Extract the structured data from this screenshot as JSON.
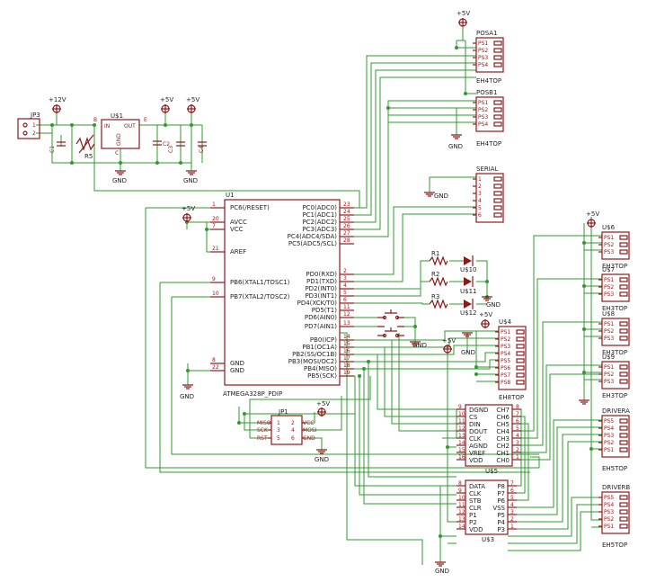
{
  "colors": {
    "wire": "#2f9a2f",
    "part": "#8b1a1a",
    "text": "#222222",
    "background": "#ffffff"
  },
  "u1": {
    "name": "U1",
    "value": "ATMEGA328P_PDIP",
    "left_pins": [
      {
        "label": "PC6(/RESET)",
        "num": "1"
      },
      {
        "label": "AVCC",
        "num": "20"
      },
      {
        "label": "VCC",
        "num": "7"
      },
      {
        "label": "AREF",
        "num": "21"
      },
      {
        "label": "PB6(XTAL1/TOSC1)",
        "num": "9"
      },
      {
        "label": "PB7(XTAL2/TOSC2)",
        "num": "10"
      },
      {
        "label": "GND",
        "num": "8"
      },
      {
        "label": "GND",
        "num": "22"
      }
    ],
    "right_pins": [
      {
        "label": "PC0(ADC0)",
        "num": "23"
      },
      {
        "label": "PC1(ADC1)",
        "num": "24"
      },
      {
        "label": "PC2(ADC2)",
        "num": "25"
      },
      {
        "label": "PC3(ADC3)",
        "num": "26"
      },
      {
        "label": "PC4(ADC4/SDA)",
        "num": "27"
      },
      {
        "label": "PC5(ADC5/SCL)",
        "num": "28"
      },
      {
        "label": "PD0(RXD)",
        "num": "2"
      },
      {
        "label": "PD1(TXD)",
        "num": "3"
      },
      {
        "label": "PD2(INT0)",
        "num": "4"
      },
      {
        "label": "PD3(INT1)",
        "num": "5"
      },
      {
        "label": "PD4(XCK/T0)",
        "num": "6"
      },
      {
        "label": "PD5(T1)",
        "num": "11"
      },
      {
        "label": "PD6(AIN0)",
        "num": "12"
      },
      {
        "label": "PD7(AIN1)",
        "num": "13"
      },
      {
        "label": "PB0(ICP)",
        "num": "14"
      },
      {
        "label": "PB1(OC1A)",
        "num": "15"
      },
      {
        "label": "PB2(SS/OC1B)",
        "num": "16"
      },
      {
        "label": "PB3(MOSI/OC2)",
        "num": "17"
      },
      {
        "label": "PB4(MISO)",
        "num": "18"
      },
      {
        "label": "PB5(SCK)",
        "num": "19"
      }
    ]
  },
  "u5": {
    "name": "U$5",
    "left": [
      {
        "label": "DGND",
        "num": "9"
      },
      {
        "label": "CS",
        "num": "10"
      },
      {
        "label": "DIN",
        "num": "11"
      },
      {
        "label": "DOUT",
        "num": "12"
      },
      {
        "label": "CLK",
        "num": "13"
      },
      {
        "label": "AGND",
        "num": "14"
      },
      {
        "label": "VREF",
        "num": "15"
      },
      {
        "label": "VDD",
        "num": "16"
      }
    ],
    "right": [
      {
        "label": "CH7",
        "num": "8"
      },
      {
        "label": "CH6",
        "num": "7"
      },
      {
        "label": "CH5",
        "num": "6"
      },
      {
        "label": "CH4",
        "num": "5"
      },
      {
        "label": "CH3",
        "num": "4"
      },
      {
        "label": "CH2",
        "num": "3"
      },
      {
        "label": "CH1",
        "num": "2"
      },
      {
        "label": "CH0",
        "num": "1"
      }
    ]
  },
  "u3": {
    "name": "U$3",
    "left": [
      {
        "label": "DATA",
        "num": "8"
      },
      {
        "label": "CLK",
        "num": "9"
      },
      {
        "label": "STB",
        "num": "10"
      },
      {
        "label": "CLR",
        "num": "11"
      },
      {
        "label": "P1",
        "num": "12"
      },
      {
        "label": "P2",
        "num": "13"
      },
      {
        "label": "VDD",
        "num": "14"
      }
    ],
    "right": [
      {
        "label": "P8",
        "num": "7"
      },
      {
        "label": "P7",
        "num": "6"
      },
      {
        "label": "P6",
        "num": "5"
      },
      {
        "label": "VSS",
        "num": "4"
      },
      {
        "label": "P5",
        "num": "3"
      },
      {
        "label": "P4",
        "num": "2"
      },
      {
        "label": "P3",
        "num": "1"
      }
    ]
  },
  "headers": {
    "posa1": {
      "name": "POSA1",
      "value": "EH4TOP",
      "pins": [
        "PS1",
        "PS2",
        "PS3",
        "PS4"
      ]
    },
    "posb1": {
      "name": "POSB1",
      "value": "EH4TOP",
      "pins": [
        "PS1",
        "PS2",
        "PS3",
        "PS4"
      ]
    },
    "serial": {
      "name": "SERIAL",
      "pins": [
        "1",
        "2",
        "3",
        "4",
        "5",
        "6"
      ]
    },
    "u6": {
      "name": "U$6",
      "value": "EH3TOP",
      "pins": [
        "PS1",
        "PS2",
        "PS3"
      ]
    },
    "u7": {
      "name": "U$7",
      "value": "EH3TOP",
      "pins": [
        "PS1",
        "PS2",
        "PS3"
      ]
    },
    "u8": {
      "name": "U$8",
      "value": "EH3TOP",
      "pins": [
        "PS1",
        "PS2",
        "PS3"
      ]
    },
    "u9": {
      "name": "U$9",
      "value": "EH3TOP",
      "pins": [
        "PS1",
        "PS2",
        "PS3"
      ]
    },
    "u4": {
      "name": "U$4",
      "value": "EH8TOP",
      "pins": [
        "PS1",
        "PS2",
        "PS3",
        "PS4",
        "PS5",
        "PS6",
        "PS7",
        "PS8"
      ]
    },
    "drivera": {
      "name": "DRIVERA",
      "value": "EH5TOP",
      "pins": [
        "PS5",
        "PS4",
        "PS3",
        "PS2",
        "PS1"
      ]
    },
    "driverb": {
      "name": "DRIVERB",
      "value": "EH5TOP",
      "pins": [
        "PS5",
        "PS4",
        "PS3",
        "PS2",
        "PS1"
      ]
    }
  },
  "jp3": {
    "name": "JP3",
    "pins": [
      "1",
      "2"
    ]
  },
  "jp1": {
    "name": "JP1",
    "left": [
      "MISO",
      "SCK",
      "RST"
    ],
    "right": [
      "VCC",
      "MOSI",
      "GND"
    ],
    "nums": [
      "1",
      "2",
      "3",
      "4",
      "5",
      "6"
    ]
  },
  "regulator": {
    "name": "U$1",
    "in": "IN",
    "out": "OUT",
    "gnd": "GND",
    "b": "B",
    "e": "E",
    "c": "C"
  },
  "resistors": {
    "r1": "R1",
    "r2": "R2",
    "r3": "R3",
    "r5": "R5"
  },
  "leds": {
    "l10": "U$10",
    "l11": "U$11",
    "l12": "U$12"
  },
  "caps": {
    "c1": "C1",
    "c2": "C2",
    "c3": "C3",
    "c4": "C4"
  },
  "power": {
    "p12": "+12V",
    "p5": "+5V",
    "gnd": "GND"
  }
}
